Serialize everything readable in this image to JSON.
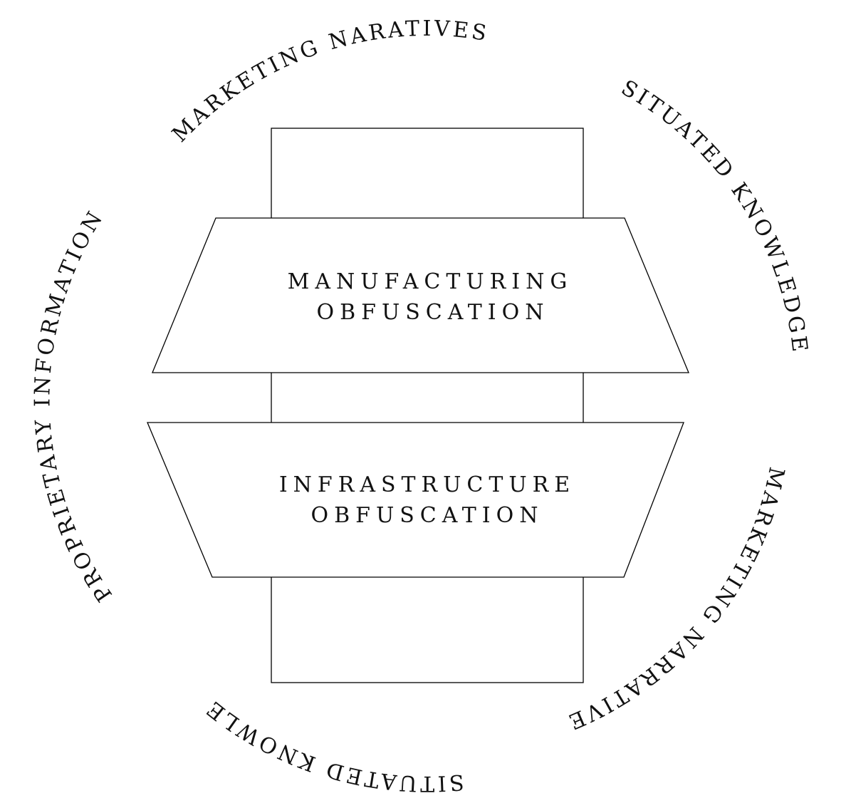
{
  "diagram": {
    "upper_trapezoid": {
      "line1": "MANUFACTURING",
      "line2": "OBFUSCATION"
    },
    "lower_trapezoid": {
      "line1": "INFRASTRUCTURE",
      "line2": "OBFUSCATION"
    },
    "ring_labels": {
      "top": "MARKETING NARATIVES",
      "upper_right": "SITUATED KNOWLEDGE",
      "lower_right": "MARKETING NARRATIVE",
      "bottom": "SITUATED KNOWLE",
      "left": "PROPRIETARY INFORMATION"
    }
  }
}
